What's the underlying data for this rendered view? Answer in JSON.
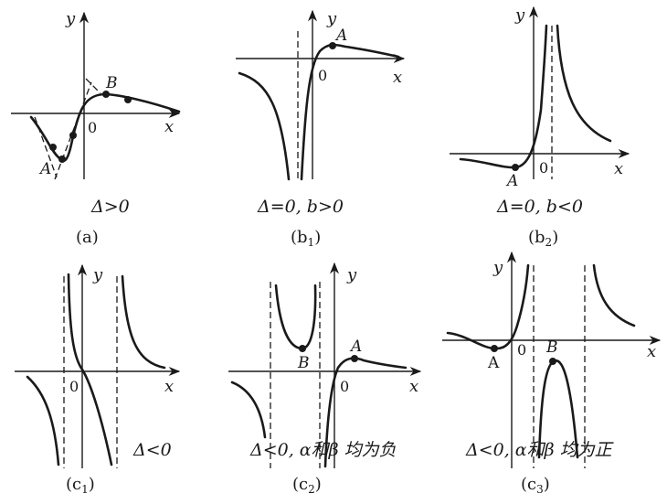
{
  "axis_labels": {
    "x": "x",
    "y": "y",
    "origin": "0"
  },
  "point_labels": {
    "A": "A",
    "B": "B",
    "A_upright": "A"
  },
  "panels": {
    "a": {
      "condition": "Δ>0",
      "caption_main": "(a)",
      "caption_sub": ""
    },
    "b1": {
      "condition": "Δ=0, b>0",
      "caption_main": "(b",
      "caption_sub": "1",
      "caption_end": ")"
    },
    "b2": {
      "condition": "Δ=0, b<0",
      "caption_main": "(b",
      "caption_sub": "2",
      "caption_end": ")"
    },
    "c1": {
      "condition": "Δ<0",
      "caption_main": "(c",
      "caption_sub": "1",
      "caption_end": ")"
    },
    "c2": {
      "condition": "Δ<0, α和β 均为负",
      "caption_main": "(c",
      "caption_sub": "2",
      "caption_end": ")"
    },
    "c3": {
      "condition": "Δ<0, α和β 均为正",
      "caption_main": "(c",
      "caption_sub": "3",
      "caption_end": ")"
    }
  }
}
